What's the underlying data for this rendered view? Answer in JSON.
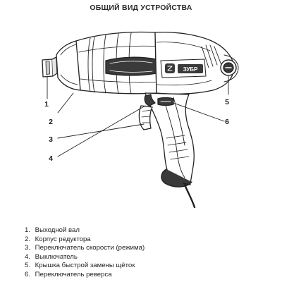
{
  "title": "ОБЩИЙ ВИД УСТРОЙСТВА",
  "brand_logo_text": "ЗУБР",
  "callouts": [
    {
      "number": "1"
    },
    {
      "number": "2"
    },
    {
      "number": "3"
    },
    {
      "number": "4"
    },
    {
      "number": "5"
    },
    {
      "number": "6"
    }
  ],
  "parts_list": [
    {
      "number": "1.",
      "label": "Выходной вал"
    },
    {
      "number": "2.",
      "label": "Корпус редуктора"
    },
    {
      "number": "3.",
      "label": "Переключатель скорости (режима)"
    },
    {
      "number": "4.",
      "label": "Выключатель"
    },
    {
      "number": "5.",
      "label": "Крышка быстрой замены щёток"
    },
    {
      "number": "6.",
      "label": "Переключатель реверса"
    }
  ],
  "colors": {
    "line": "#222222",
    "body_fill": "#ffffff",
    "accent_fill": "#e6e6e6",
    "dark_fill": "#3a3a3a"
  }
}
